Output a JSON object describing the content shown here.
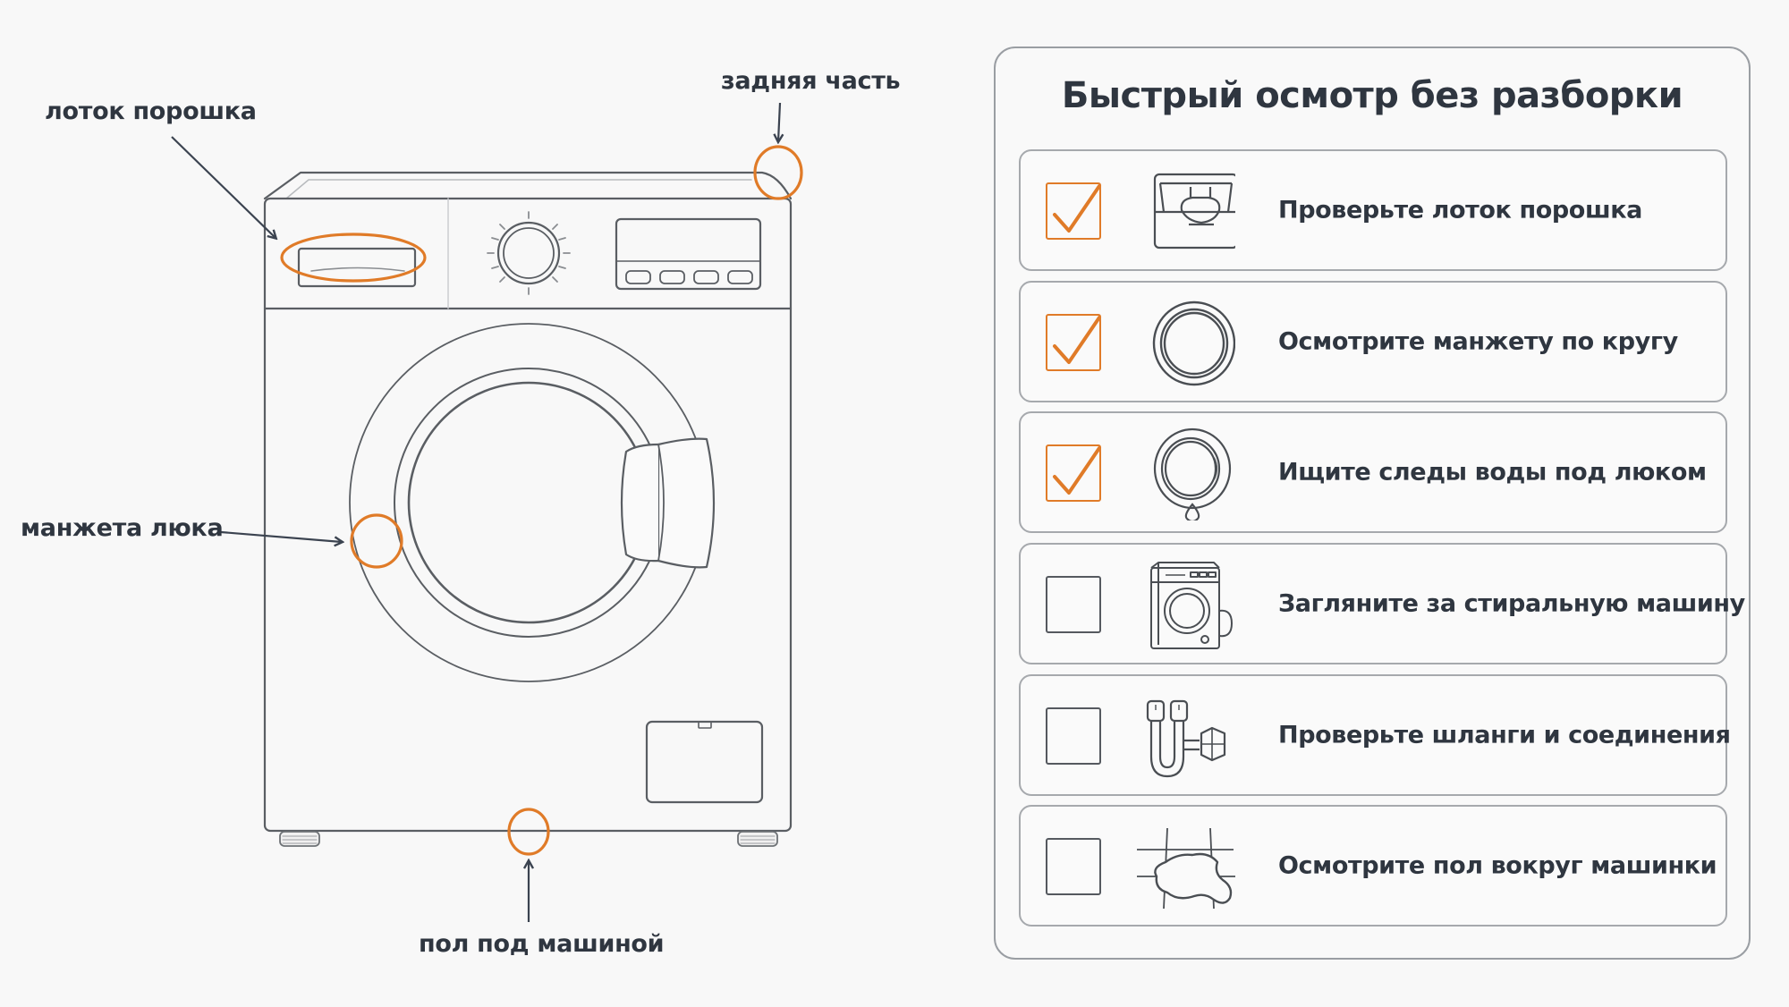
{
  "diagram": {
    "callouts": [
      {
        "id": "powder-tray",
        "label": "лоток порошка"
      },
      {
        "id": "back-side",
        "label": "задняя часть"
      },
      {
        "id": "door-cuff",
        "label": "манжета люка"
      },
      {
        "id": "floor-under",
        "label": "пол под машиной"
      }
    ],
    "colors": {
      "highlight": "#e07b28",
      "line": "#5a5e63",
      "text": "#2f3640"
    }
  },
  "checklist": {
    "title": "Быстрый осмотр без разборки",
    "items": [
      {
        "label": "Проверьте лоток порошка",
        "checked": true,
        "icon": "powder-drawer-icon"
      },
      {
        "label": "Осмотрите манжету по кругу",
        "checked": true,
        "icon": "door-seal-icon"
      },
      {
        "label": "Ищите следы воды под люком",
        "checked": true,
        "icon": "door-drip-icon"
      },
      {
        "label": "Загляните за стиральную машину",
        "checked": false,
        "icon": "washing-machine-icon"
      },
      {
        "label": "Проверьте шланги и соединения",
        "checked": false,
        "icon": "hose-connector-icon"
      },
      {
        "label": "Осмотрите пол вокруг машинки",
        "checked": false,
        "icon": "floor-puddle-icon"
      }
    ]
  }
}
